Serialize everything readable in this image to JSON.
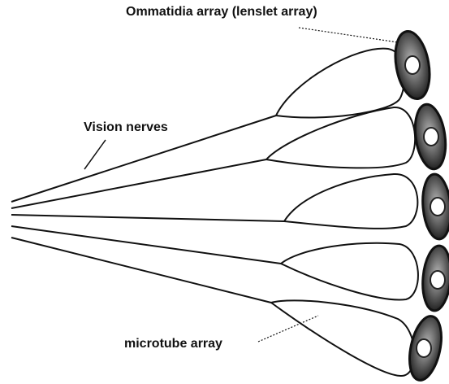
{
  "labels": {
    "ommatidia": "Ommatidia array (lenslet array)",
    "vision_nerves": "Vision nerves",
    "microtube": "microtube array"
  },
  "colors": {
    "line": "#111111",
    "lens_dark": "#1a1a1a",
    "lens_gray": "#8a8a8a",
    "lens_core": "#ffffff"
  }
}
